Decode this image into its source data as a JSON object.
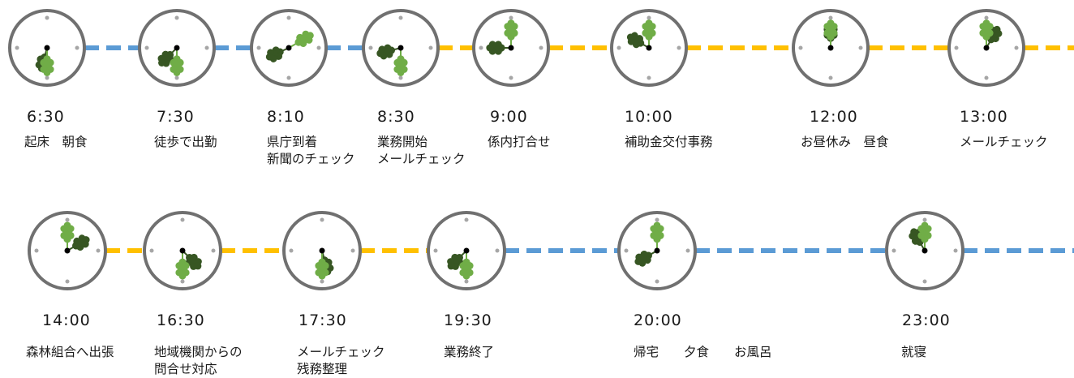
{
  "colors": {
    "commute_line": "#5b9bd5",
    "work_line": "#ffc000",
    "clock_ring": "#707070",
    "hand_dark": "#375623",
    "hand_light": "#70ad47",
    "pivot": "#000000"
  },
  "icon": "clock-icon",
  "rows": [
    {
      "events": [
        {
          "time": "6:30",
          "lines": [
            "起床　朝食"
          ],
          "hour_angle": 195,
          "minute_angle": 180
        },
        {
          "time": "7:30",
          "lines": [
            "徒歩で出勤"
          ],
          "hour_angle": 225,
          "minute_angle": 180
        },
        {
          "time": "8:10",
          "lines": [
            "県庁到着",
            "新聞のチェック"
          ],
          "hour_angle": 245,
          "minute_angle": 60
        },
        {
          "time": "8:30",
          "lines": [
            "業務開始",
            "メールチェック"
          ],
          "hour_angle": 255,
          "minute_angle": 180
        },
        {
          "time": "9:00",
          "lines": [
            "係内打合せ"
          ],
          "hour_angle": 270,
          "minute_angle": 0
        },
        {
          "time": "10:00",
          "lines": [
            "補助金交付事務"
          ],
          "hour_angle": 300,
          "minute_angle": 0
        },
        {
          "time": "12:00",
          "lines": [
            "お昼休み　昼食"
          ],
          "hour_angle": 0,
          "minute_angle": 0
        },
        {
          "time": "13:00",
          "lines": [
            "メールチェック"
          ],
          "hour_angle": 30,
          "minute_angle": 0
        }
      ],
      "segments": [
        "commute",
        "commute",
        "commute",
        "work",
        "work",
        "work",
        "work",
        "work"
      ]
    },
    {
      "events": [
        {
          "time": "14:00",
          "lines": [
            "森林組合へ出張"
          ],
          "hour_angle": 60,
          "minute_angle": 0
        },
        {
          "time": "16:30",
          "lines": [
            "地域機関からの",
            "問合せ対応"
          ],
          "hour_angle": 135,
          "minute_angle": 180
        },
        {
          "time": "17:30",
          "lines": [
            "メールチェック",
            "残務整理"
          ],
          "hour_angle": 165,
          "minute_angle": 180
        },
        {
          "time": "19:30",
          "lines": [
            "業務終了"
          ],
          "hour_angle": 225,
          "minute_angle": 180
        },
        {
          "time": "20:00",
          "lines": [
            "帰宅　　夕食　　お風呂"
          ],
          "hour_angle": 240,
          "minute_angle": 0
        },
        {
          "time": "23:00",
          "lines": [
            "就寝"
          ],
          "hour_angle": 330,
          "minute_angle": 0
        }
      ],
      "segments": [
        "work",
        "work",
        "work",
        "commute",
        "commute",
        "commute"
      ]
    }
  ]
}
